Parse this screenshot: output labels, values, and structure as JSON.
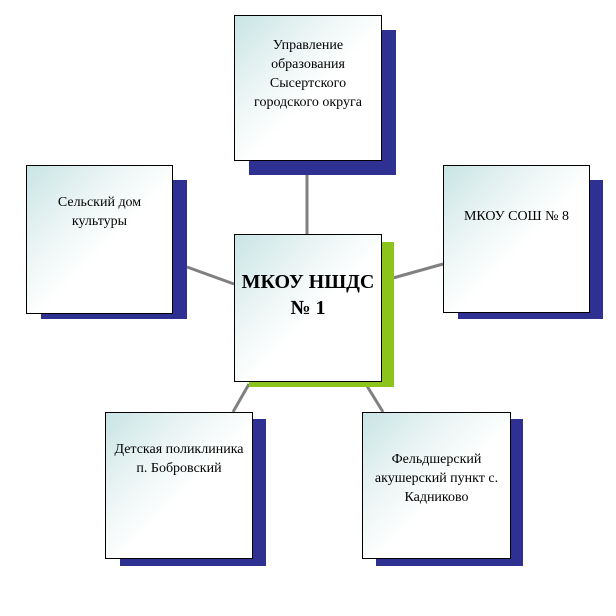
{
  "colors": {
    "satellite_shadow": "#2e3192",
    "center_shadow": "#8dc41c",
    "connector": "#808080",
    "box_border": "#000000"
  },
  "diagram": {
    "center": {
      "label": "МКОУ НШДС № 1"
    },
    "satellites": [
      {
        "id": "top",
        "label": "Управление образования Сысертского городского округа"
      },
      {
        "id": "left",
        "label": "Сельский дом культуры"
      },
      {
        "id": "right",
        "label": "МКОУ СОШ № 8"
      },
      {
        "id": "bottom-left",
        "label": "Детская поликлиника п. Бобровский"
      },
      {
        "id": "bottom-right",
        "label": "Фельдшерский акушерский пункт с. Кадниково"
      }
    ]
  }
}
